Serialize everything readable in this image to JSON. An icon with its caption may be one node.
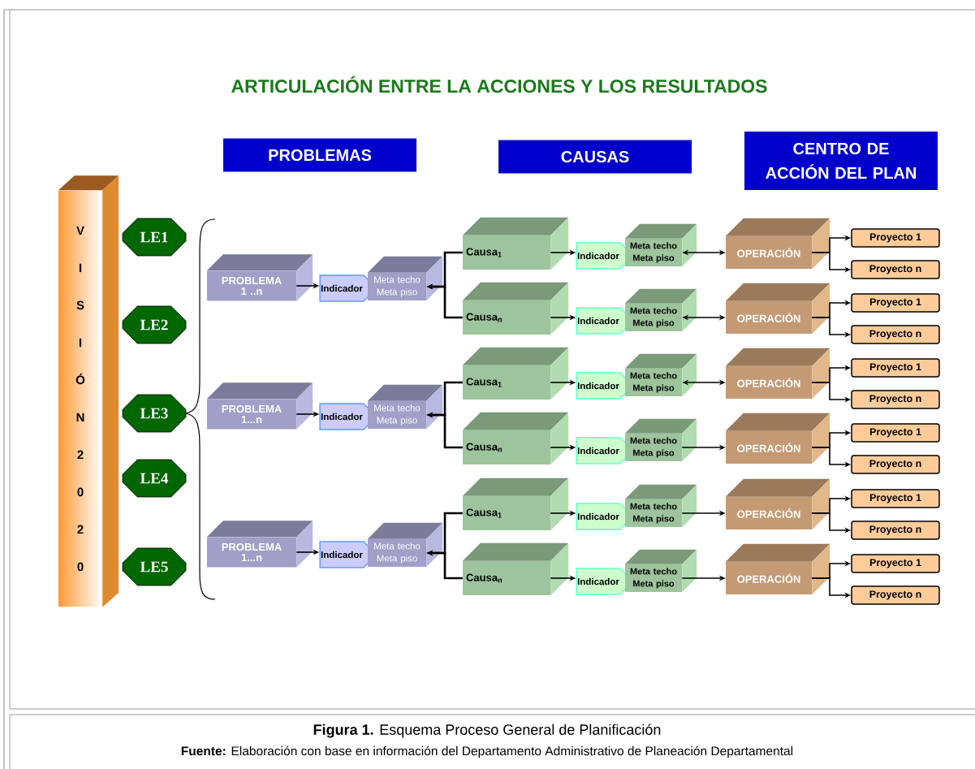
{
  "diagram": {
    "title": "ARTICULACIÓN ENTRE LA ACCIONES Y LOS RESULTADOS",
    "caption": "**Figura 1.** Esquema Proceso General de Planificación",
    "nodes": [
      {
        "text": [
          "V I S I Ó N 2 0 2 0"
        ]
      },
      {
        "text": [
          "PROBLEMAS"
        ]
      },
      {
        "text": [
          "CAUSAS"
        ]
      },
      {
        "text": [
          "CENTRO DE ACCIÓN DEL PLAN"
        ]
      },
      {
        "text": [
          "LE1"
        ]
      },
      {
        "text": [
          "LE2"
        ]
      },
      {
        "text": [
          "LE3"
        ]
      },
      {
        "text": [
          "LE4"
        ]
      },
      {
        "text": [
          "LE5"
        ]
      },
      {
        "text": [
          "PROBLEMA 1 ..n"
        ]
      },
      {
        "text": [
          "Indicador"
        ]
      },
      {
        "text": [
          "Meta techo Meta piso"
        ]
      },
      {
        "text": [
          "Causa$_{1}$"
        ]
      },
      {
        "text": [
          "Indicador"
        ]
      },
      {
        "text": [
          "Meta techo Meta piso"
        ]
      },
      {
        "text": [
          "OPERACIÓN"
        ]
      },
      {
        "text": [
          "Proyecto 1"
        ]
      },
      {
        "text": [
          "Proyecto n"
        ]
      },
      {
        "text": [
          "Causa$_{n}$"
        ]
      },
      {
        "text": [
          "Indicador"
        ]
      },
      {
        "text": [
          "Meta techo Meta piso"
        ]
      },
      {
        "text": [
          "OPERACIÓN"
        ]
      },
      {
        "text": [
          "Proyecto 1"
        ]
      },
      {
        "text": [
          "Proyecto n"
        ]
      },
      {
        "text": [
          "PROBLEMA 1...n"
        ]
      },
      {
        "text": [
          "Indicador"
        ]
      },
      {
        "text": [
          "Meta techo Meta piso"
        ]
      },
      {
        "text": [
          "Causa$_{1}$"
        ]
      },
      {
        "text": [
          "Indicador"
        ]
      },
      {
        "text": [
          "Meta techo Meta piso"
        ]
      },
      {
        "text": [
          "OPERACIÓN"
        ]
      },
      {
        "text": [
          "Proyecto 1"
        ]
      },
      {
        "text": [
          "Proyecto n"
        ]
      },
      {
        "text": [
          "Causa$_{n}$"
        ]
      },
      {
        "text": [
          "Indicador"
        ]
      },
      {
        "text": [
          "Meta techo Meta piso"
        ]
      },
      {
        "text": [
          "OPERACIÓN"
        ]
      },
      {
        "text": [
          "Proyecto 1"
        ]
      },
      {
        "text": [
          "Proyecto n"
        ]
      },
      {
        "text": [
          "PROBLEMA 1...n"
        ]
      },
      {
        "text": [
          "Indicador"
        ]
      },
      {
        "text": [
          "Meta techo Meta piso"
        ]
      },
      {
        "text": [
          "Causa$_{1}$"
        ]
      },
      {
        "text": [
          "Indicador"
        ]
      },
      {
        "text": [
          "Meta techo Meta piso"
        ]
      },
      {
        "text": [
          "OPERACIÓN"
        ]
      },
      {
        "text": [
          "Proyecto 1"
        ]
      },
      {
        "text": [
          "Proyecto n"
        ]
      },
      {
        "text": [
          "Causa$_{n}$"
        ]
      },
      {
        "text": [
          "Indicador"
        ]
      },
      {
        "text": [
          "Meta techo Meta piso"
        ]
      },
      {
        "text": [
          "OPERACIÓN"
        ]
      },
      {
        "text": [
          "Proyecto 1"
        ]
      },
      {
        "text": [
          "Proyecto n"
        ]
      }
    ],
    "edges": [
      {
        "from": 9,
        "to": 10,
        "arrow": "to"
      },
      {
        "from": 12,
        "to": 11,
        "arrow": "to"
      },
      {
        "from": 12,
        "to": 13,
        "arrow": "to"
      },
      {
        "from": 14,
        "to": 15,
        "arrow": "both"
      },
      {
        "from": 15,
        "to": 16,
        "arrow": "to"
      },
      {
        "from": 15,
        "to": 17,
        "arrow": "to"
      },
      {
        "from": 18,
        "to": 11,
        "arrow": "to"
      },
      {
        "from": 18,
        "to": 19,
        "arrow": "to"
      },
      {
        "from": 20,
        "to": 21,
        "arrow": "both"
      },
      {
        "from": 21,
        "to": 22,
        "arrow": "to"
      },
      {
        "from": 21,
        "to": 23,
        "arrow": "to"
      },
      {
        "from": 24,
        "to": 25,
        "arrow": "to"
      },
      {
        "from": 27,
        "to": 26,
        "arrow": "to"
      },
      {
        "from": 27,
        "to": 28,
        "arrow": "to"
      },
      {
        "from": 29,
        "to": 30,
        "arrow": "both"
      },
      {
        "from": 30,
        "to": 31,
        "arrow": "to"
      },
      {
        "from": 30,
        "to": 32,
        "arrow": "to"
      },
      {
        "from": 33,
        "to": 26,
        "arrow": "to"
      },
      {
        "from": 33,
        "to": 34,
        "arrow": "to"
      },
      {
        "from": 35,
        "to": 36,
        "arrow": "to"
      },
      {
        "from": 36,
        "to": 37,
        "arrow": "to"
      },
      {
        "from": 36,
        "to": 38,
        "arrow": "to"
      },
      {
        "from": 39,
        "to": 40,
        "arrow": "to"
      },
      {
        "from": 42,
        "to": 41,
        "arrow": "to"
      },
      {
        "from": 42,
        "to": 43,
        "arrow": "to"
      },
      {
        "from": 44,
        "to": 45,
        "arrow": "to"
      },
      {
        "from": 45,
        "to": 46,
        "arrow": "to"
      },
      {
        "from": 45,
        "to": 47,
        "arrow": "to"
      },
      {
        "from": 48,
        "to": 41,
        "arrow": "to"
      },
      {
        "from": 48,
        "to": 49,
        "arrow": "to"
      },
      {
        "from": 50,
        "to": 51,
        "arrow": "to"
      },
      {
        "from": 51,
        "to": 52,
        "arrow": "to"
      },
      {
        "from": 51,
        "to": 53,
        "arrow": "to"
      }
    ],
    "labels": [
      "**Fuente:** Elaboración con base en información del Departamento Administrativo de Planeación Departamental"
    ]
  }
}
